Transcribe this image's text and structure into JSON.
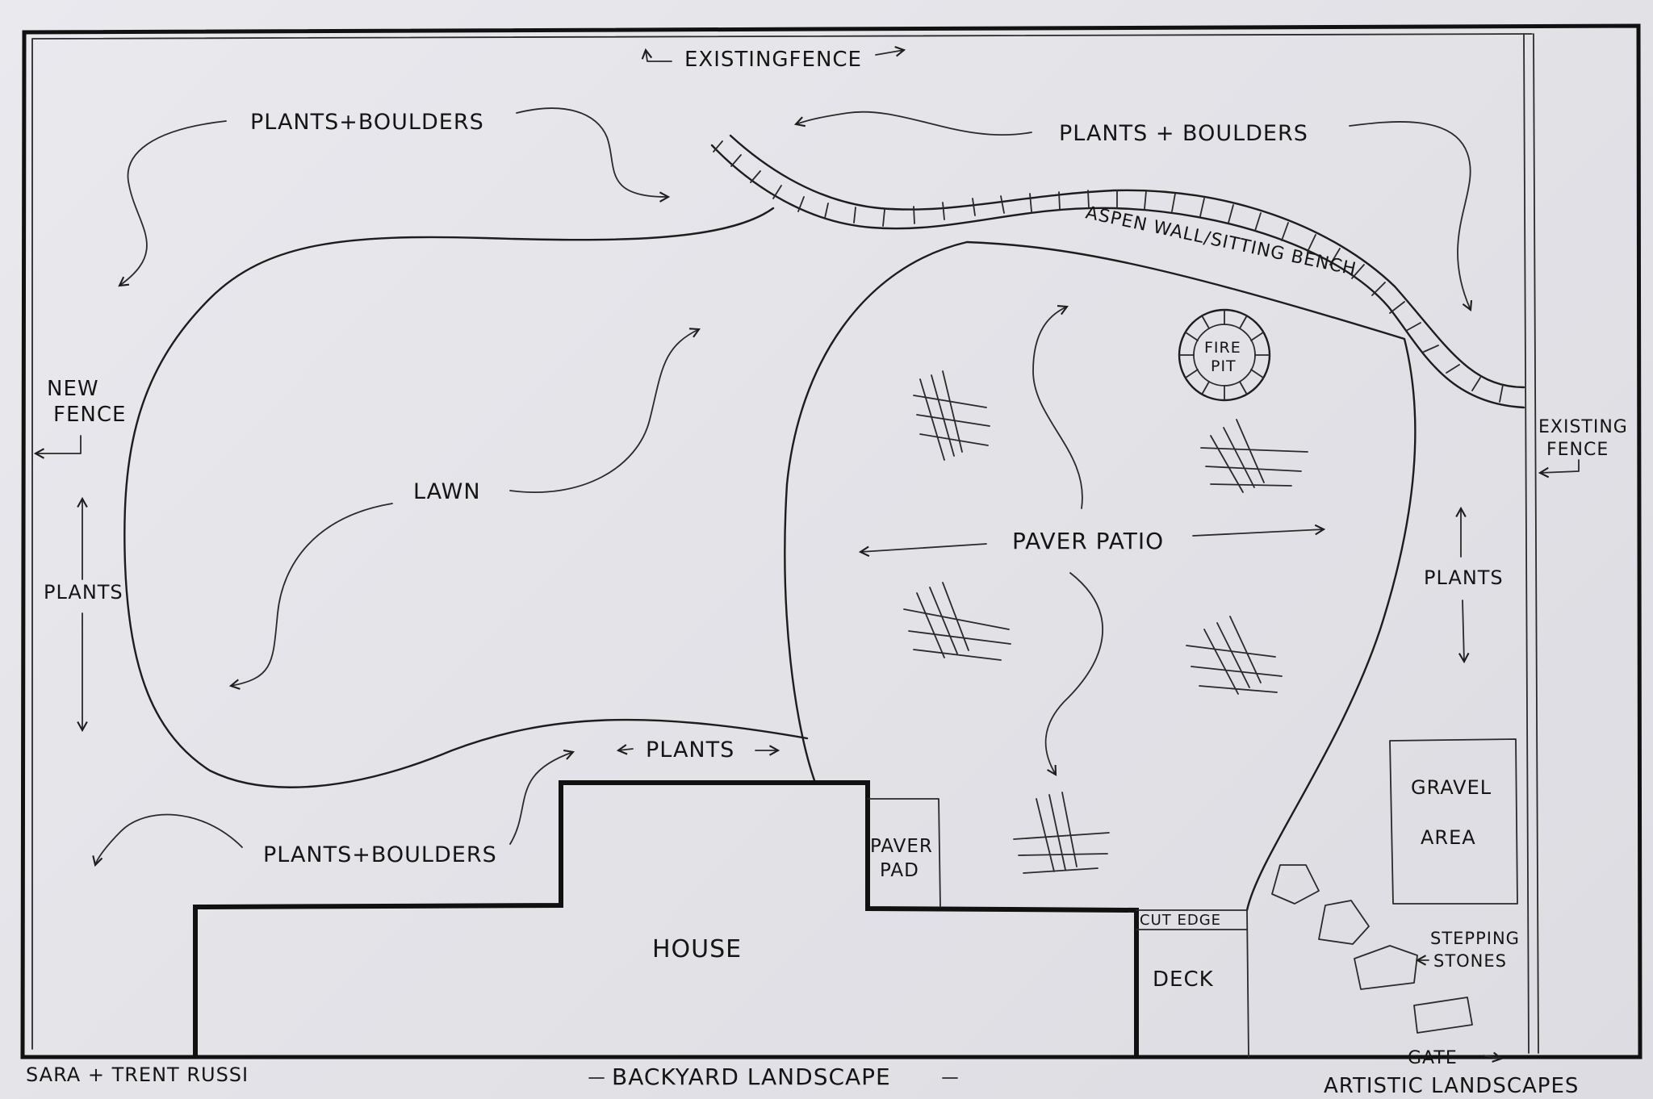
{
  "title": "BACKYARD LANDSCAPE",
  "client": "SARA + TRENT RUSSI",
  "company": "ARTISTIC LANDSCAPES",
  "labels": {
    "existing_fence_top": "EXISTINGFENCE",
    "plants_boulders_top_left": "PLANTS+BOULDERS",
    "plants_boulders_top_right": "PLANTS + BOULDERS",
    "aspen_wall": "ASPEN WALL/SITTING BENCH",
    "fire_pit_line1": "FIRE",
    "fire_pit_line2": "PIT",
    "new_fence_line1": "NEW",
    "new_fence_line2": "FENCE",
    "existing_fence_right_line1": "EXISTING",
    "existing_fence_right_line2": "FENCE",
    "lawn": "LAWN",
    "paver_patio": "PAVER PATIO",
    "plants_left": "PLANTS",
    "plants_right": "PLANTS",
    "plants_bottom": "PLANTS",
    "plants_boulders_bottom": "PLANTS+BOULDERS",
    "paver_pad_line1": "PAVER",
    "paver_pad_line2": "PAD",
    "house": "HOUSE",
    "cut_edge": "CUT EDGE",
    "deck": "DECK",
    "gravel_line1": "GRAVEL",
    "gravel_line2": "AREA",
    "stepping_line1": "STEPPING",
    "stepping_line2": "STONES",
    "gate": "GATE"
  },
  "colors": {
    "paper": "#e6e6eb",
    "ink": "#1d1d1d"
  }
}
